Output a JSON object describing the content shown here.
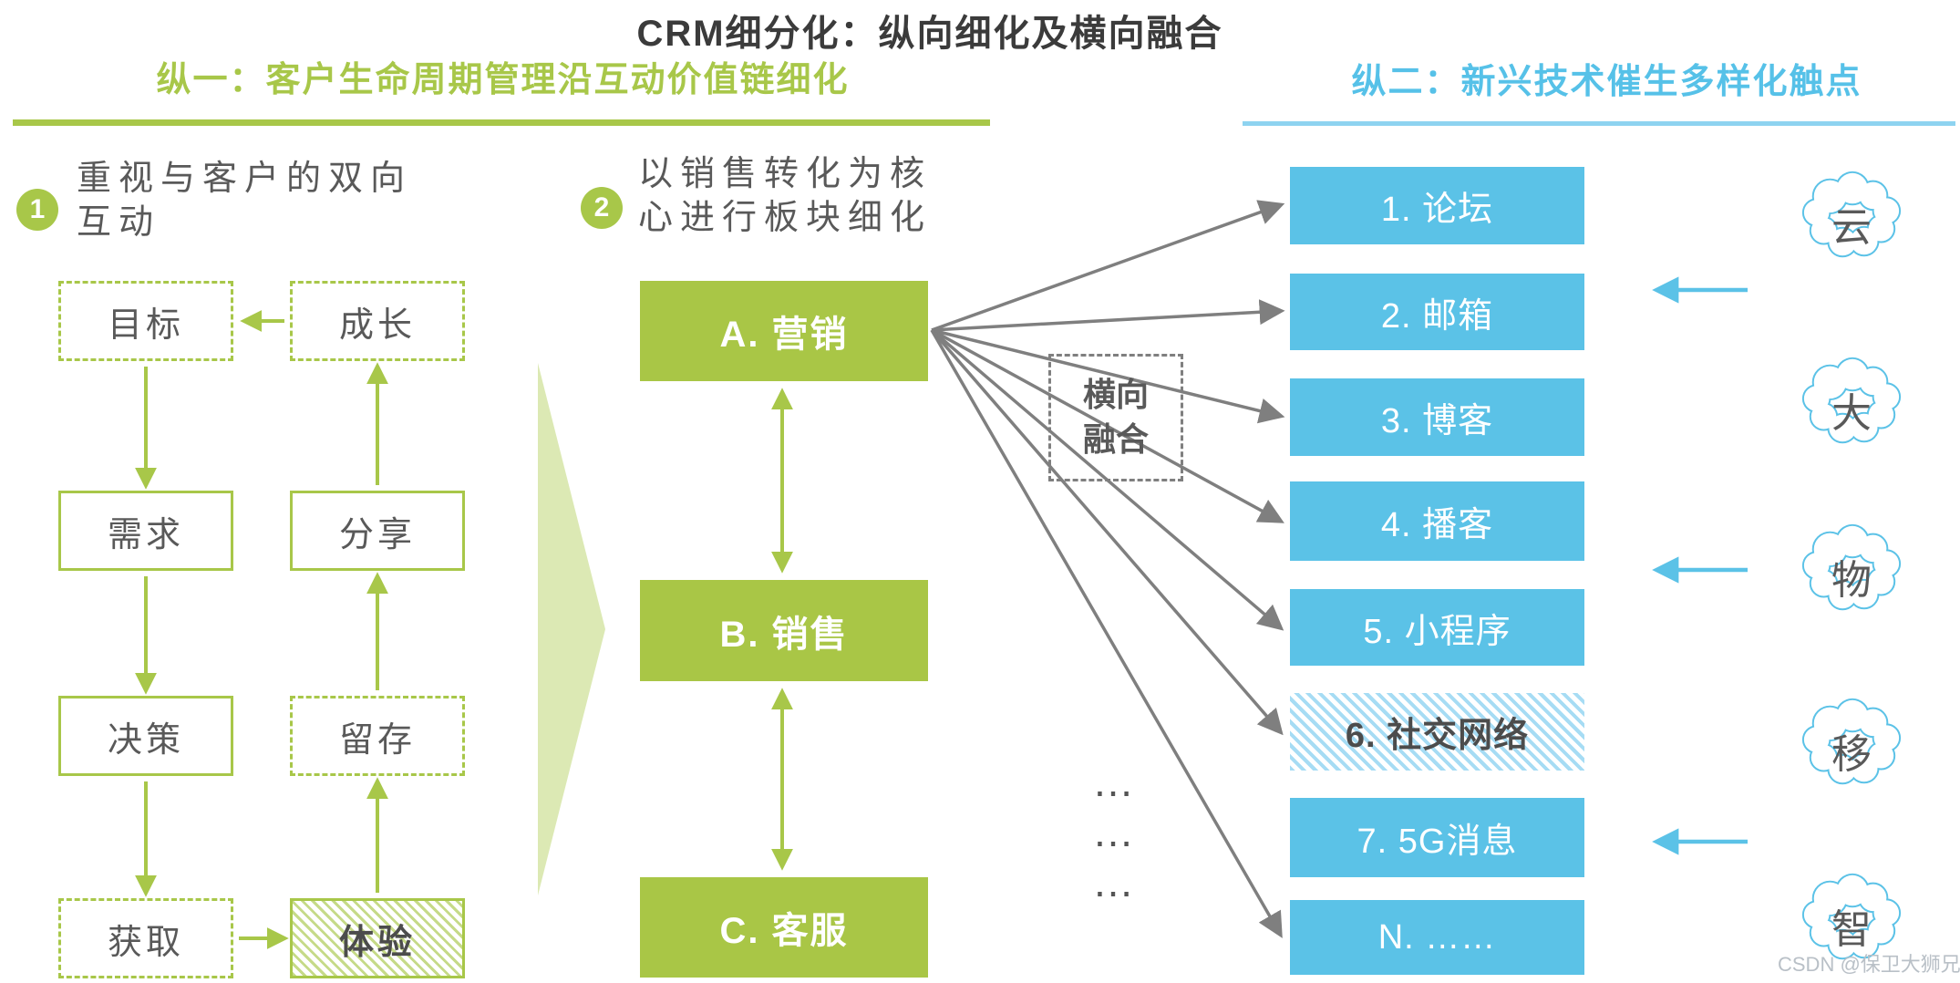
{
  "title": "CRM细分化：纵向细化及横向融合",
  "colors": {
    "green": "#a8c749",
    "light_green": "#dce9b4",
    "blue": "#5bc2e7",
    "light_blue_hatch": "#a6dcf4",
    "gray_text": "#595959",
    "gray_arrow": "#808080",
    "title_text": "#3b3b3b",
    "watermark": "#b9c0c7"
  },
  "section1": {
    "heading": "纵一：客户生命周期管理沿互动价值链细化",
    "step1": {
      "number": "1",
      "text": "重视与客户的双向互动"
    },
    "flow_boxes": [
      {
        "label": "目标",
        "style": "dashed"
      },
      {
        "label": "成长",
        "style": "dashed"
      },
      {
        "label": "需求",
        "style": "solid"
      },
      {
        "label": "分享",
        "style": "solid"
      },
      {
        "label": "决策",
        "style": "solid"
      },
      {
        "label": "留存",
        "style": "dashed"
      },
      {
        "label": "获取",
        "style": "dashed"
      },
      {
        "label": "体验",
        "style": "hatched"
      }
    ],
    "step2": {
      "number": "2",
      "text": "以销售转化为核心进行板块细化"
    },
    "modules": [
      {
        "label": "A. 营销"
      },
      {
        "label": "B. 销售"
      },
      {
        "label": "C. 客服"
      }
    ]
  },
  "fusion_box": {
    "label": "横向融合"
  },
  "ellipsis": [
    "…",
    "…",
    "…"
  ],
  "section2": {
    "heading": "纵二：新兴技术催生多样化触点",
    "touchpoints": [
      {
        "label": "1. 论坛",
        "style": "solid"
      },
      {
        "label": "2. 邮箱",
        "style": "solid"
      },
      {
        "label": "3. 博客",
        "style": "solid"
      },
      {
        "label": "4. 播客",
        "style": "solid"
      },
      {
        "label": "5. 小程序",
        "style": "solid"
      },
      {
        "label": "6. 社交网络",
        "style": "hatched"
      },
      {
        "label": "7. 5G消息",
        "style": "solid"
      },
      {
        "label": "N. ……",
        "style": "solid"
      }
    ],
    "clouds": [
      "云",
      "大",
      "物",
      "移",
      "智"
    ]
  },
  "watermark": "CSDN @保卫大狮兄"
}
